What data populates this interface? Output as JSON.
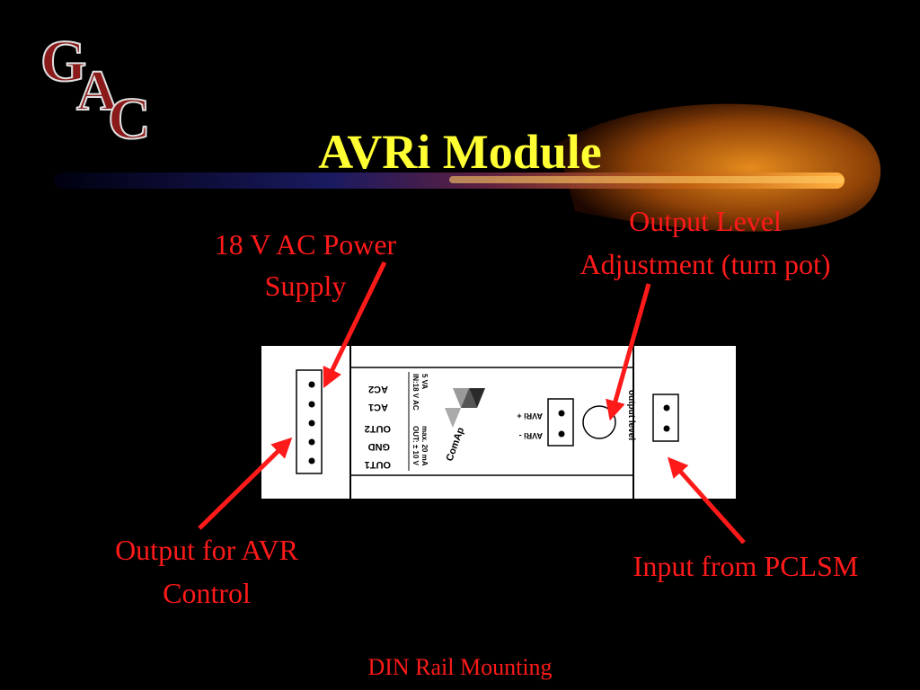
{
  "slide": {
    "title": "AVRi Module",
    "logo_letters": [
      "G",
      "A",
      "C"
    ],
    "footer": "DIN Rail Mounting",
    "callouts": {
      "power_line1": "18 V AC Power",
      "power_line2": "Supply",
      "output_level_line1": "Output Level",
      "output_level_line2": "Adjustment (turn pot)",
      "avr_output_line1": "Output for AVR",
      "avr_output_line2": "Control",
      "pclsm_input": "Input from PCLSM"
    },
    "module_labels": {
      "ac2": "AC2",
      "ac1": "AC1",
      "out2": "OUT2",
      "gnd": "GND",
      "out1": "OUT1",
      "input_rating": "IN:18 V AC",
      "input_va": "5 VA",
      "output_rating": "OUT: ± 10 V",
      "output_current": "max. 20 mA",
      "brand": "ComAp",
      "avri_plus": "AVRi +",
      "avri_minus": "AVRi -",
      "pot_label": "output level"
    }
  },
  "colors": {
    "background": "#000000",
    "title": "#ffff33",
    "callout_text": "#ff1a1a",
    "arrow": "#ff1a1a",
    "logo": "#8b1a1a",
    "swoosh": "#ff8c00"
  }
}
